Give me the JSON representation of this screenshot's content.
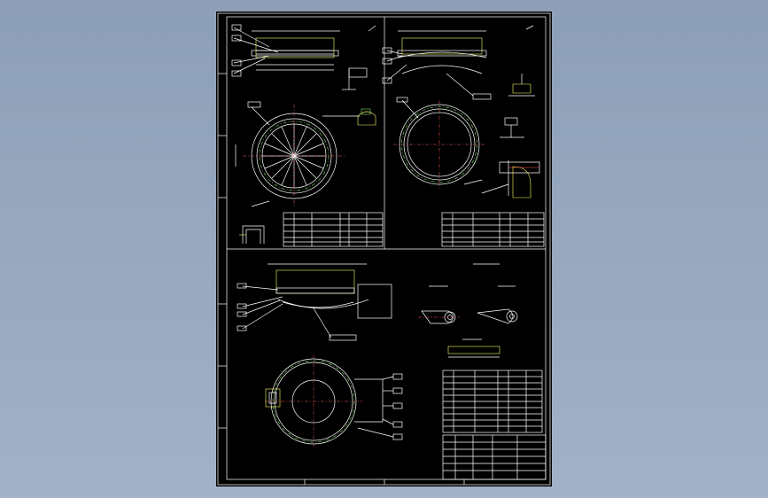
{
  "canvas": {
    "background": "#98a9c0",
    "sheet_color": "#000000",
    "line_colors": [
      "#ffffff",
      "#ffff66",
      "#7fdc6a",
      "#66e0e0",
      "#ff5a5a"
    ]
  },
  "drawing": {
    "views": [
      {
        "id": "top-left-flange"
      },
      {
        "id": "top-right-flange"
      },
      {
        "id": "bottom-left-cover"
      },
      {
        "id": "bottom-right-details"
      }
    ],
    "title_block": {}
  }
}
